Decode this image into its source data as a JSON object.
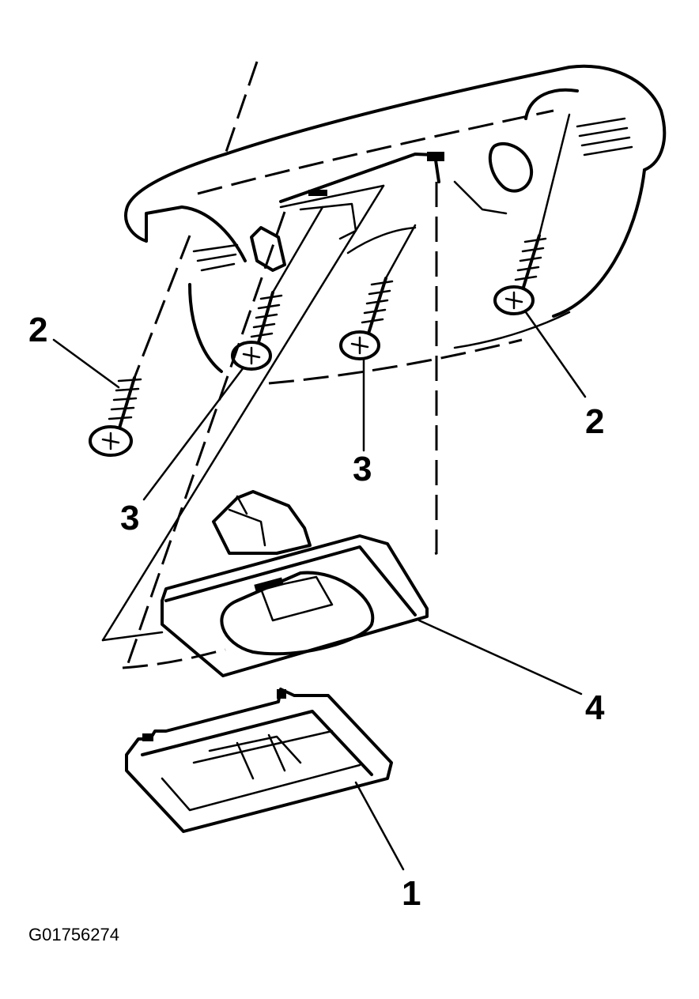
{
  "figure": {
    "image_code": "G01756274",
    "callouts": {
      "c1": "1",
      "c2_left": "2",
      "c2_right": "2",
      "c3_left": "3",
      "c3_mid": "3",
      "c4": "4"
    }
  },
  "colors": {
    "ink": "#000000",
    "paper": "#ffffff"
  }
}
